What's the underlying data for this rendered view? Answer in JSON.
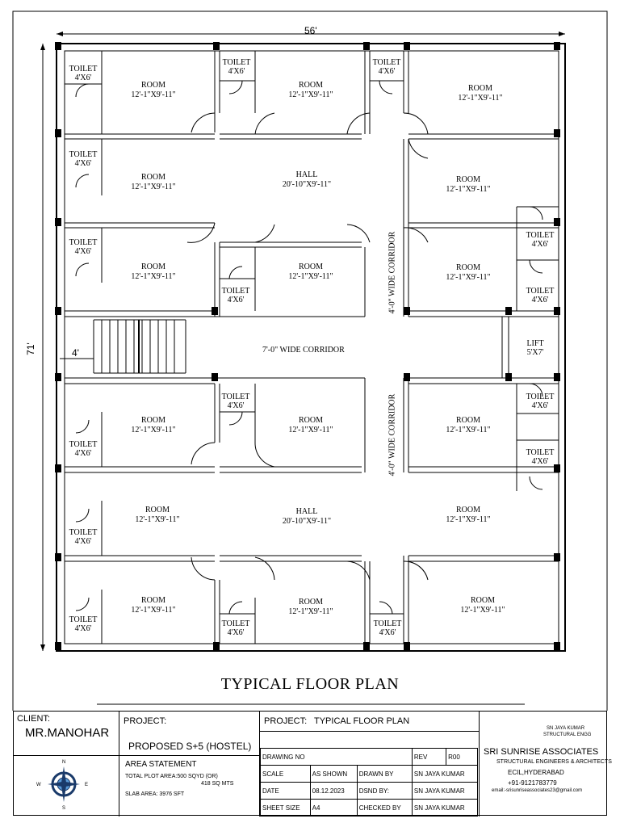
{
  "dimensions": {
    "width_label": "56'",
    "height_label": "71'",
    "stair_width_label": "4'"
  },
  "corridors": {
    "main": "7'-0\" WIDE CORRIDOR",
    "upper_vertical": "4'-0\" WIDE CORRIDOR",
    "lower_vertical": "4'-0\" WIDE CORRIDOR"
  },
  "lift": {
    "name": "LIFT",
    "size": "5'X7'"
  },
  "rooms": [
    {
      "name": "ROOM",
      "size": "12'-1\"X9'-11\""
    },
    {
      "name": "ROOM",
      "size": "12'-1\"X9'-11\""
    },
    {
      "name": "ROOM",
      "size": "12'-1\"X9'-11\""
    },
    {
      "name": "ROOM",
      "size": "12'-1\"X9'-11\""
    },
    {
      "name": "ROOM",
      "size": "12'-1\"X9'-11\""
    },
    {
      "name": "ROOM",
      "size": "12'-1\"X9'-11\""
    },
    {
      "name": "ROOM",
      "size": "12'-1\"X9'-11\""
    },
    {
      "name": "ROOM",
      "size": "12'-1\"X9'-11\""
    },
    {
      "name": "ROOM",
      "size": "12'-1\"X9'-11\""
    },
    {
      "name": "ROOM",
      "size": "12'-1\"X9'-11\""
    },
    {
      "name": "ROOM",
      "size": "12'-1\"X9'-11\""
    },
    {
      "name": "ROOM",
      "size": "12'-1\"X9'-11\""
    },
    {
      "name": "ROOM",
      "size": "12'-1\"X9'-11\""
    },
    {
      "name": "ROOM",
      "size": "12'-1\"X9'-11\""
    },
    {
      "name": "ROOM",
      "size": "12'-1\"X9'-11\""
    },
    {
      "name": "ROOM",
      "size": "12'-1\"X9'-11\""
    },
    {
      "name": "HALL",
      "size": "20'-10\"X9'-11\""
    },
    {
      "name": "HALL",
      "size": "20'-10\"X9'-11\""
    }
  ],
  "toilets": [
    {
      "name": "TOILET",
      "size": "4'X6'"
    },
    {
      "name": "TOILET",
      "size": "4'X6'"
    },
    {
      "name": "TOILET",
      "size": "4'X6'"
    },
    {
      "name": "TOILET",
      "size": "4'X6'"
    },
    {
      "name": "TOILET",
      "size": "4'X6'"
    },
    {
      "name": "TOILET",
      "size": "4'X6'"
    },
    {
      "name": "TOILET",
      "size": "4'X6'"
    },
    {
      "name": "TOILET",
      "size": "4'X6'"
    },
    {
      "name": "TOILET",
      "size": "4'X6'"
    },
    {
      "name": "TOILET",
      "size": "4'X6'"
    },
    {
      "name": "TOILET",
      "size": "4'X6'"
    },
    {
      "name": "TOILET",
      "size": "4'X6'"
    },
    {
      "name": "TOILET",
      "size": "4'X6'"
    },
    {
      "name": "TOILET",
      "size": "4'X6'"
    },
    {
      "name": "TOILET",
      "size": "4'X6'"
    },
    {
      "name": "TOILET",
      "size": "4'X6'"
    }
  ],
  "drawing_title": "TYPICAL FLOOR PLAN",
  "title_block": {
    "client_label": "CLIENT:",
    "client_name": "MR.MANOHAR",
    "project_label": "PROJECT:",
    "project_name": "PROPOSED S+5 (HOSTEL)",
    "area_statement_label": "AREA STATEMENT",
    "total_plot_area": "TOTAL PLOT AREA:500 SQYD (OR)",
    "total_plot_area_mts": "418 SQ MTS",
    "slab_area": "SLAB AREA: 3976 SFT",
    "compass_n": "N",
    "compass_s": "S",
    "compass_e": "E",
    "compass_w": "W",
    "project2_label": "PROJECT:",
    "project2_name": "TYPICAL FLOOR PLAN",
    "drawing_no_label": "DRAWING NO",
    "rev_label": "REV",
    "rev_value": "R00",
    "scale_label": "SCALE",
    "scale_value": "AS SHOWN",
    "drawn_by_label": "DRAWN BY",
    "drawn_by_value": "SN JAYA KUMAR",
    "date_label": "DATE",
    "date_value": "08.12.2023",
    "dsnd_by_label": "DSND BY:",
    "dsnd_by_value": "SN JAYA KUMAR",
    "sheet_size_label": "SHEET SIZE",
    "sheet_size_value": "A4",
    "checked_by_label": "CHECKED BY",
    "checked_by_value": "SN JAYA KUMAR",
    "engineer_name": "SN JAYA KUMAR",
    "engineer_title": "STRUCTURAL ENGG",
    "firm_name": "SRI SUNRISE ASSOCIATES",
    "firm_desc": "STRUCTURAL ENGINEERS & ARCHITECTS",
    "firm_location": "ECIL,HYDERABAD",
    "firm_phone": "+91-9121783779",
    "firm_email": "email:-srisunriseassociates23@gmail.com"
  }
}
